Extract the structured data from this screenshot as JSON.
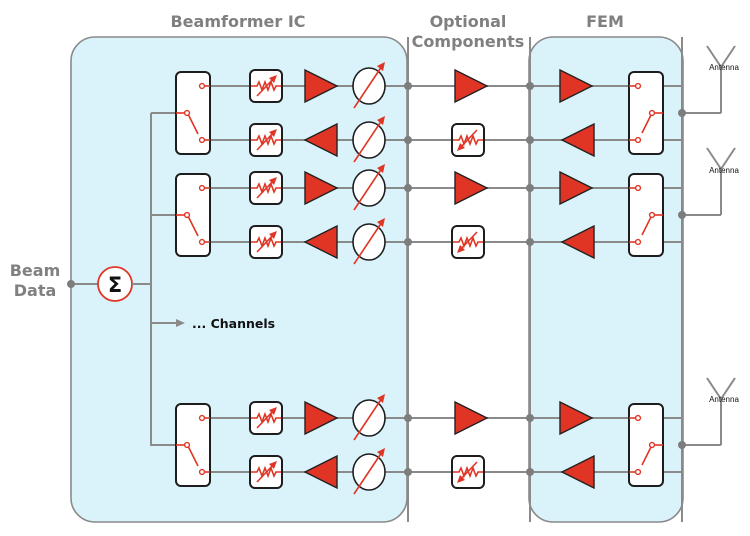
{
  "diagram": {
    "sections": {
      "beamformer": "Beamformer IC",
      "optional_line1": "Optional",
      "optional_line2": "Components",
      "fem": "FEM"
    },
    "input_label_line1": "Beam",
    "input_label_line2": "Data",
    "summer_symbol": "Σ",
    "channels_label": "...  Channels",
    "antenna_label": "Antenna",
    "channels": [
      {
        "id": "ch1",
        "tx_path": [
          "switch",
          "attenuator",
          "pa-amplifier",
          "phase-shifter",
          "optional-amplifier",
          "fem-pa",
          "fem-switch"
        ],
        "rx_path": [
          "fem-lna",
          "optional-attenuator",
          "phase-shifter",
          "lna-amplifier",
          "attenuator",
          "switch"
        ]
      },
      {
        "id": "ch2",
        "tx_path": [
          "switch",
          "attenuator",
          "pa-amplifier",
          "phase-shifter",
          "optional-amplifier",
          "fem-pa",
          "fem-switch"
        ],
        "rx_path": [
          "fem-lna",
          "optional-attenuator",
          "phase-shifter",
          "lna-amplifier",
          "attenuator",
          "switch"
        ]
      },
      {
        "id": "chN",
        "tx_path": [
          "switch",
          "attenuator",
          "pa-amplifier",
          "phase-shifter",
          "optional-amplifier",
          "fem-pa",
          "fem-switch"
        ],
        "rx_path": [
          "fem-lna",
          "optional-attenuator",
          "phase-shifter",
          "lna-amplifier",
          "attenuator",
          "switch"
        ]
      }
    ],
    "colors": {
      "block_fill": "#daf3fb",
      "block_stroke": "#8a8a8a",
      "accent_red": "#e03524",
      "title_gray": "#808080"
    }
  }
}
